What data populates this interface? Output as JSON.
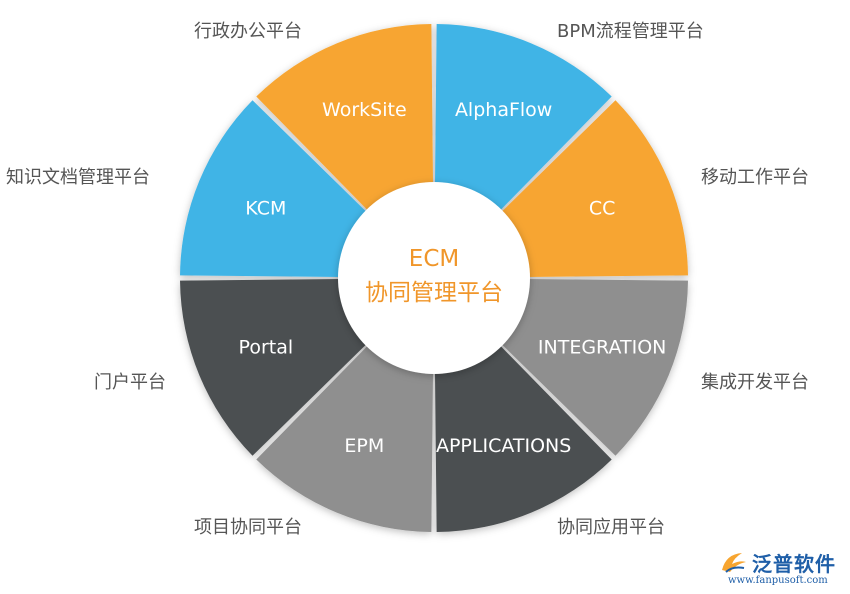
{
  "center": {
    "line1": "ECM",
    "line2": "协同管理平台"
  },
  "segments": [
    {
      "label": "AlphaFlow",
      "caption": "BPM流程管理平台",
      "color": "#41b4e6"
    },
    {
      "label": "CC",
      "caption": "移动工作平台",
      "color": "#f7a530"
    },
    {
      "label": "INTEGRATION",
      "caption": "集成开发平台",
      "color": "#8f8f8f"
    },
    {
      "label": "APPLICATIONS",
      "caption": "协同应用平台",
      "color": "#4b4f51"
    },
    {
      "label": "EPM",
      "caption": "项目协同平台",
      "color": "#8f8f8f"
    },
    {
      "label": "Portal",
      "caption": "门户平台",
      "color": "#4b4f51"
    },
    {
      "label": "KCM",
      "caption": "知识文档管理平台",
      "color": "#41b4e6"
    },
    {
      "label": "WorkSite",
      "caption": "行政办公平台",
      "color": "#f7a530"
    }
  ],
  "logo": {
    "name": "泛普软件",
    "url": "www.fanpusoft.com",
    "color": "#1f5fa8"
  }
}
